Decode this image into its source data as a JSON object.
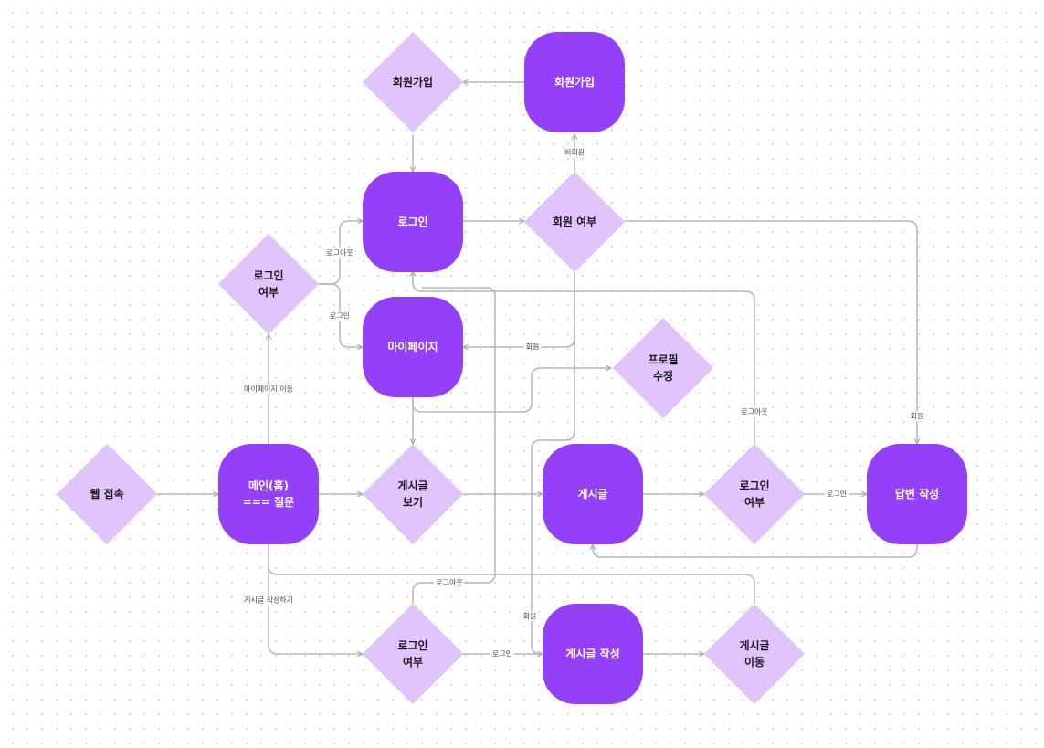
{
  "colors": {
    "process": "#9340f8",
    "decision": "#e0c4fb",
    "edge": "#b5b5b5"
  },
  "nodes": {
    "signup_decision": "회원가입",
    "signup": "회원가입",
    "login": "로그인",
    "member_check": "회원 여부",
    "login_check_top": "로그인\n여부",
    "mypage": "마이페이지",
    "profile_edit": "프로필\n수정",
    "web_access": "웹 접속",
    "main": "메인(홈)\n=== 질문",
    "post_view": "게시글\n보기",
    "post": "게시글",
    "login_check_right": "로그인\n여부",
    "answer": "답변 작성",
    "login_check_bottom": "로그인\n여부",
    "post_write": "게시글 작성",
    "post_move": "게시글\n이동"
  },
  "edge_labels": {
    "non_member": "비회원",
    "logout_1": "로그아웃",
    "login_1": "로그인",
    "member_1": "회원",
    "mypage_move": "마이페이지 이동",
    "logout_2": "로그아웃",
    "member_2": "회원",
    "login_2": "로그인",
    "write_post": "게시글 작성하기",
    "logout_3": "로그아웃",
    "login_3": "로그인",
    "member_3": "회원"
  }
}
